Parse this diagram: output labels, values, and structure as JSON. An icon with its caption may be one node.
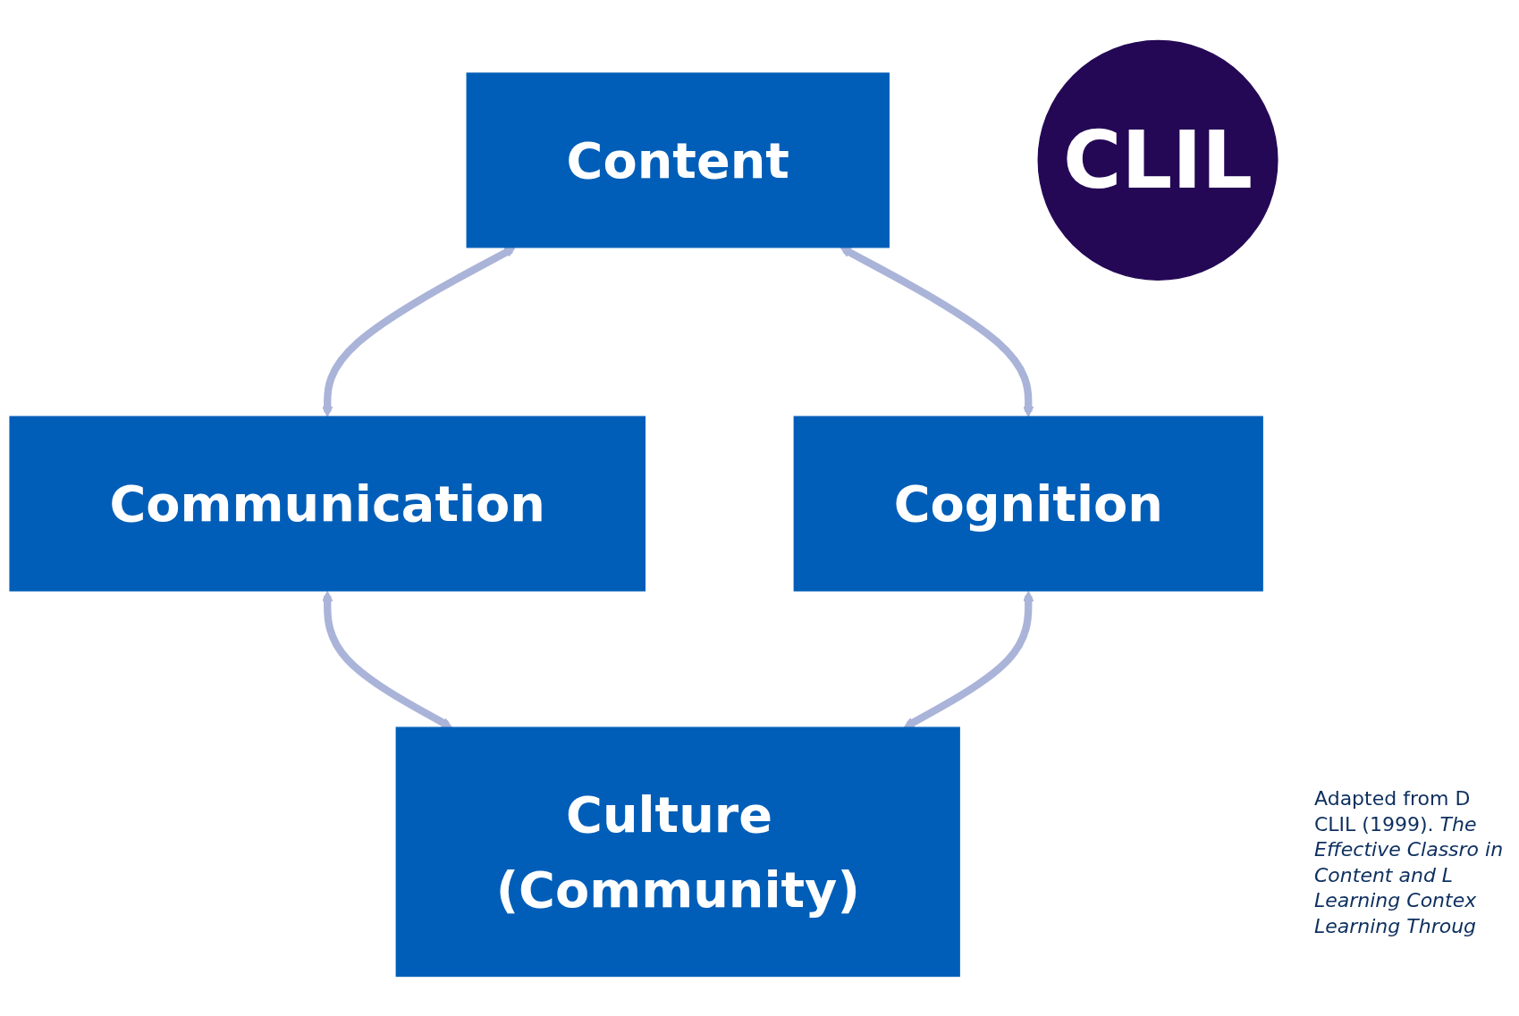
{
  "diagram": {
    "caption": "Adapted from D CLIL (1999). *The Effective Classro in Content and L Learning Contex Learning Throug*",
    "nodes": [
      {
        "text": [
          "Content"
        ]
      },
      {
        "text": [
          "Communication"
        ]
      },
      {
        "text": [
          "CLIL"
        ]
      },
      {
        "text": [
          "Cognition"
        ]
      },
      {
        "text": [
          "Culture (Community)"
        ]
      }
    ],
    "edges": [
      {
        "from": 0,
        "to": 1,
        "arrow": "both"
      },
      {
        "from": 0,
        "to": 3,
        "arrow": "both"
      },
      {
        "from": 1,
        "to": 4,
        "arrow": "both"
      },
      {
        "from": 3,
        "to": 4,
        "arrow": "both"
      }
    ]
  }
}
